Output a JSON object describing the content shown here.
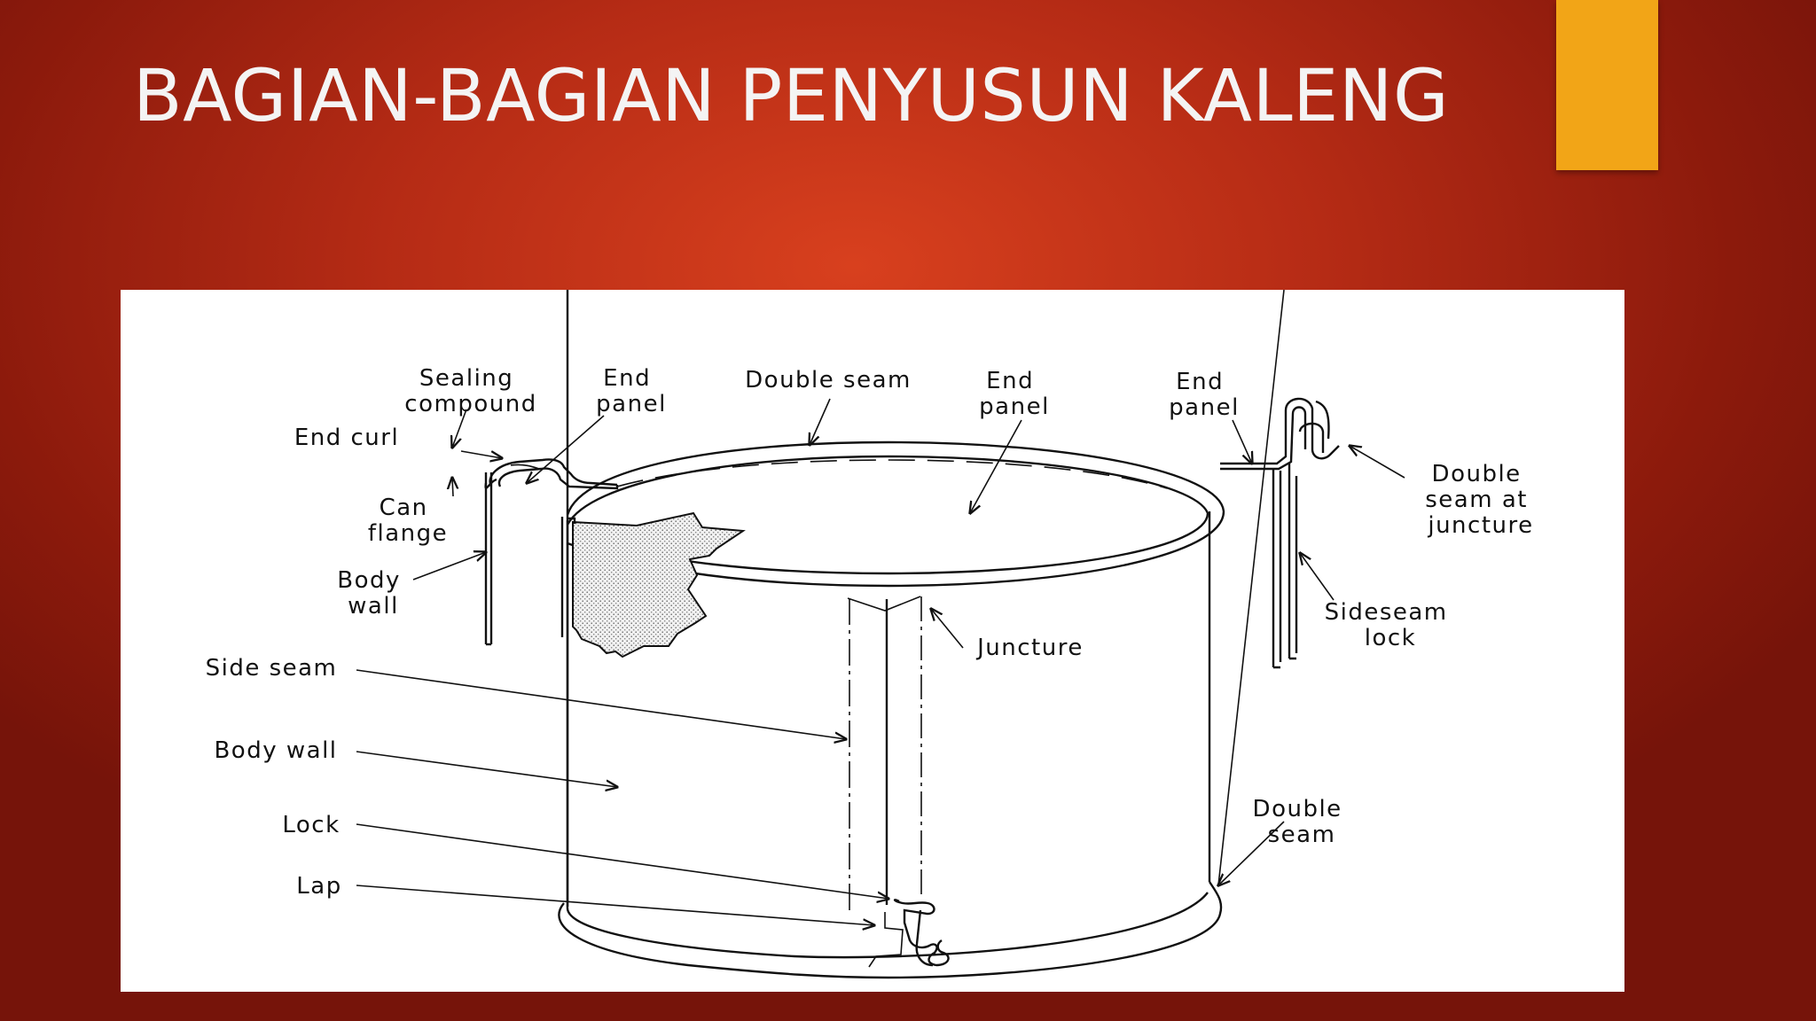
{
  "slide": {
    "title": "BAGIAN-BAGIAN PENYUSUN KALENG",
    "accent_color": "#f2a517",
    "background_color": "#b52b15"
  },
  "figure": {
    "labels": {
      "sealing_compound": [
        "Sealing",
        "compound"
      ],
      "end_panel_left": [
        "End",
        "panel"
      ],
      "double_seam_top": "Double seam",
      "end_panel_center": [
        "End",
        "panel"
      ],
      "end_panel_right": [
        "End",
        "panel"
      ],
      "end_curl": "End curl",
      "can_flange": [
        "Can",
        "flange"
      ],
      "body_wall_detail": [
        "Body",
        "wall"
      ],
      "double_seam_at_juncture": [
        "Double",
        "seam at",
        "juncture"
      ],
      "sideseam_lock": [
        "Sideseam",
        "lock"
      ],
      "juncture": "Juncture",
      "side_seam": "Side seam",
      "body_wall": "Body wall",
      "lock": "Lock",
      "lap": "Lap",
      "double_seam_bottom": [
        "Double",
        "seam"
      ]
    }
  }
}
